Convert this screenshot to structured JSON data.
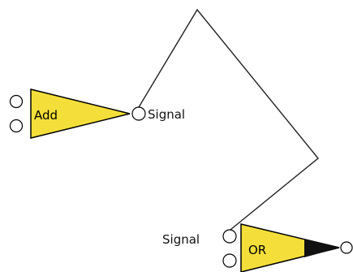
{
  "nodes": {
    "add": {
      "label": "Add",
      "fill": "#f4df3a"
    },
    "or": {
      "label": "OR",
      "fill": "#f4df3a"
    }
  },
  "ports": {
    "add_output_label": "Signal",
    "or_input_label": "Signal"
  },
  "colors": {
    "stroke": "#000000",
    "port_fill": "#ffffff",
    "wire": "#222222"
  },
  "connections": [
    {
      "from": "add-output-signal",
      "to": "or-input-signal"
    }
  ]
}
